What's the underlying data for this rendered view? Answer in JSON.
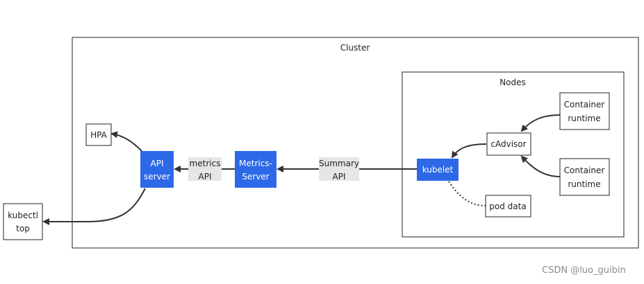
{
  "colors": {
    "highlight_fill": "#2d68e6",
    "highlight_text": "#ffffff",
    "node_fill": "#ffffff",
    "node_border": "#222222",
    "edge_color": "#333333",
    "edge_label_bg": "#e6e6e6"
  },
  "clusters": {
    "cluster": {
      "label": "Cluster"
    },
    "nodes": {
      "label": "Nodes"
    }
  },
  "nodes": {
    "hpa": {
      "lines": [
        "HPA"
      ]
    },
    "api_server": {
      "lines": [
        "API",
        "server"
      ]
    },
    "metrics_server": {
      "lines": [
        "Metrics-",
        "Server"
      ]
    },
    "kubelet": {
      "lines": [
        "kubelet"
      ]
    },
    "cadvisor": {
      "lines": [
        "cAdvisor"
      ]
    },
    "container_runtime_top": {
      "lines": [
        "Container",
        "runtime"
      ]
    },
    "container_runtime_bottom": {
      "lines": [
        "Container",
        "runtime"
      ]
    },
    "pod_data": {
      "lines": [
        "pod data"
      ]
    },
    "kubectl_top": {
      "lines": [
        "kubectl",
        "top"
      ]
    }
  },
  "edge_labels": {
    "metrics_api": [
      "metrics",
      "API"
    ],
    "summary_api": [
      "Summary",
      "API"
    ]
  },
  "watermark": "CSDN @luo_guibin"
}
